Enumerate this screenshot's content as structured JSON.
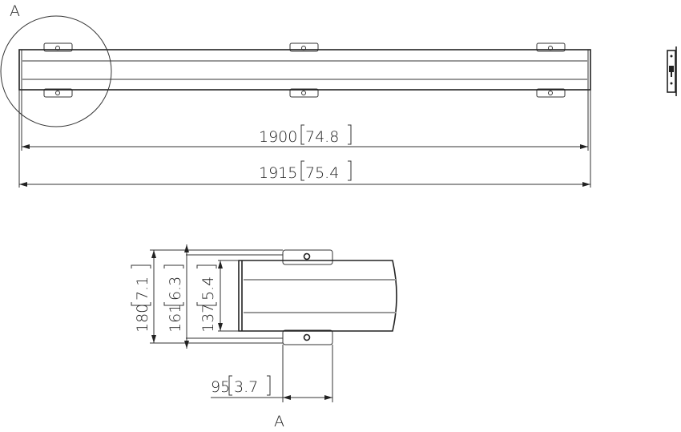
{
  "detail_label_top": "A",
  "detail_label_bottom": "A",
  "dimensions": {
    "inner_length": {
      "value": "1900",
      "inch": "74.8"
    },
    "overall_length": {
      "value": "1915",
      "inch": "75.4"
    },
    "height_180": {
      "value": "180",
      "inch": "7.1"
    },
    "height_161": {
      "value": "161",
      "inch": "6.3"
    },
    "height_137": {
      "value": "137",
      "inch": "5.4"
    },
    "width_95": {
      "value": "95",
      "inch": "3.7"
    }
  }
}
